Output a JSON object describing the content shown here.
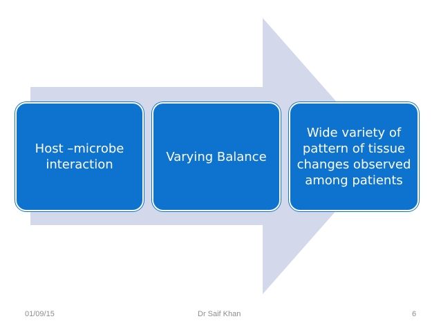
{
  "diagram": {
    "colors": {
      "arrow_fill": "#d3d9ea",
      "box_fill": "#0e73ce",
      "box_text": "#ffffff"
    },
    "boxes": [
      {
        "label": "Host –microbe interaction"
      },
      {
        "label": "Varying Balance"
      },
      {
        "label": "Wide variety of pattern of tissue changes observed among patients"
      }
    ]
  },
  "footer": {
    "date": "01/09/15",
    "author": "Dr Saif Khan",
    "page_number": "6"
  }
}
